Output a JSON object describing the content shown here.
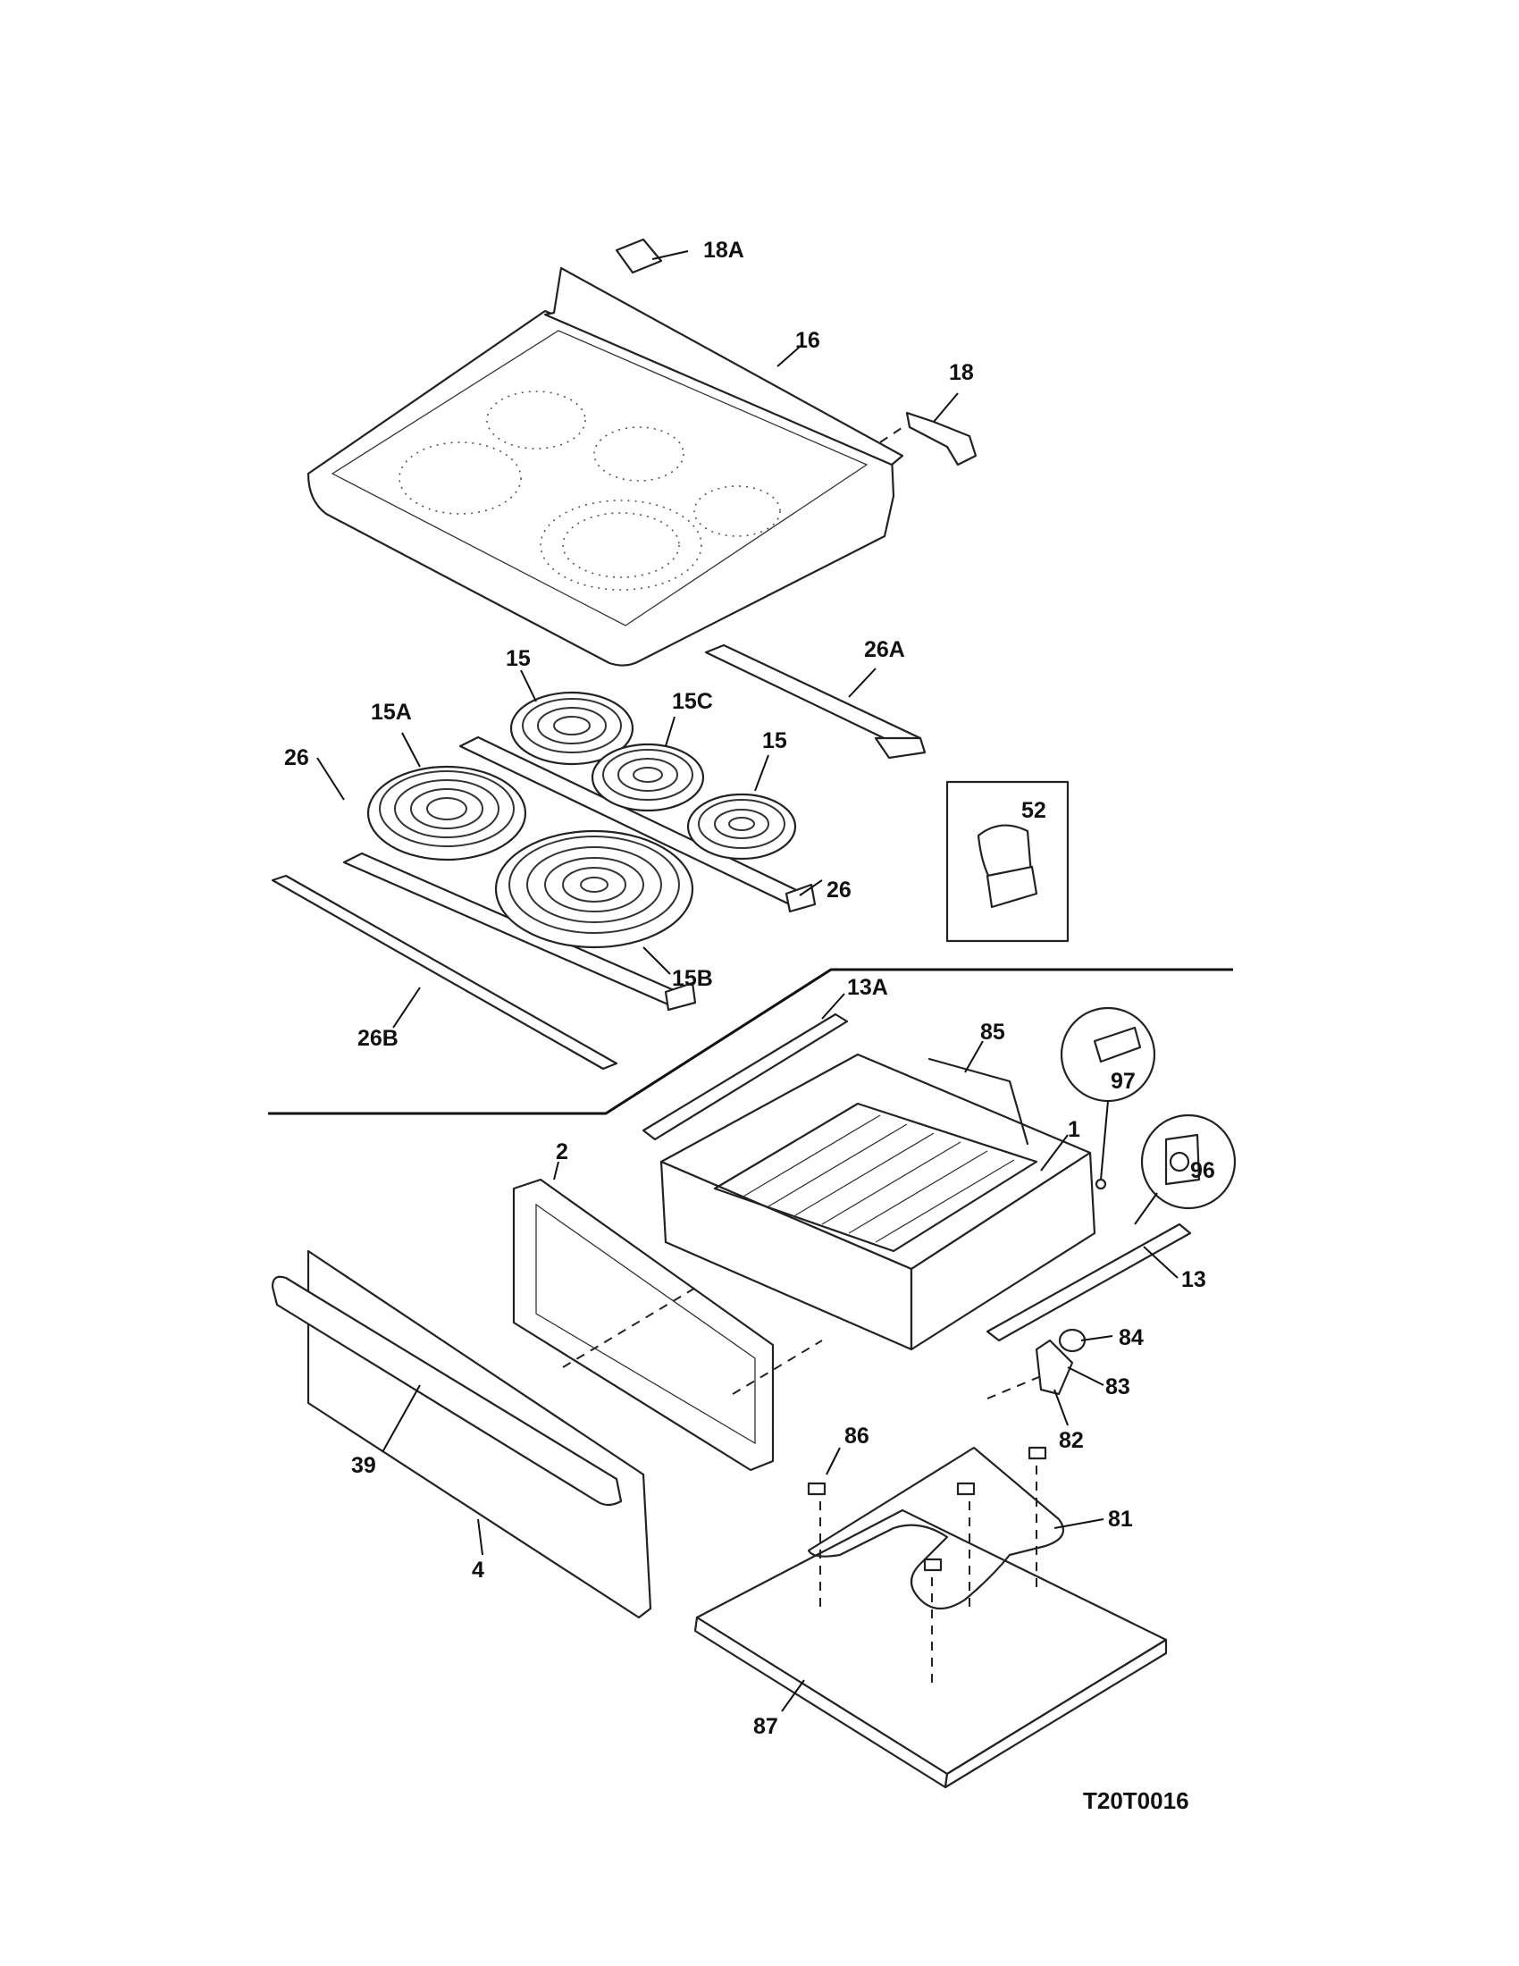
{
  "drawing_id": "T20T0016",
  "callouts": [
    {
      "key": "18A",
      "text": "18A"
    },
    {
      "key": "16",
      "text": "16"
    },
    {
      "key": "18",
      "text": "18"
    },
    {
      "key": "15_left",
      "text": "15"
    },
    {
      "key": "15A",
      "text": "15A"
    },
    {
      "key": "15C",
      "text": "15C"
    },
    {
      "key": "15_right",
      "text": "15"
    },
    {
      "key": "26A",
      "text": "26A"
    },
    {
      "key": "26_left",
      "text": "26"
    },
    {
      "key": "52",
      "text": "52"
    },
    {
      "key": "26_right",
      "text": "26"
    },
    {
      "key": "15B",
      "text": "15B"
    },
    {
      "key": "26B",
      "text": "26B"
    },
    {
      "key": "13A",
      "text": "13A"
    },
    {
      "key": "85",
      "text": "85"
    },
    {
      "key": "97",
      "text": "97"
    },
    {
      "key": "1",
      "text": "1"
    },
    {
      "key": "96",
      "text": "96"
    },
    {
      "key": "2",
      "text": "2"
    },
    {
      "key": "13",
      "text": "13"
    },
    {
      "key": "84",
      "text": "84"
    },
    {
      "key": "83",
      "text": "83"
    },
    {
      "key": "82",
      "text": "82"
    },
    {
      "key": "86",
      "text": "86"
    },
    {
      "key": "39",
      "text": "39"
    },
    {
      "key": "81",
      "text": "81"
    },
    {
      "key": "4",
      "text": "4"
    },
    {
      "key": "87",
      "text": "87"
    }
  ]
}
